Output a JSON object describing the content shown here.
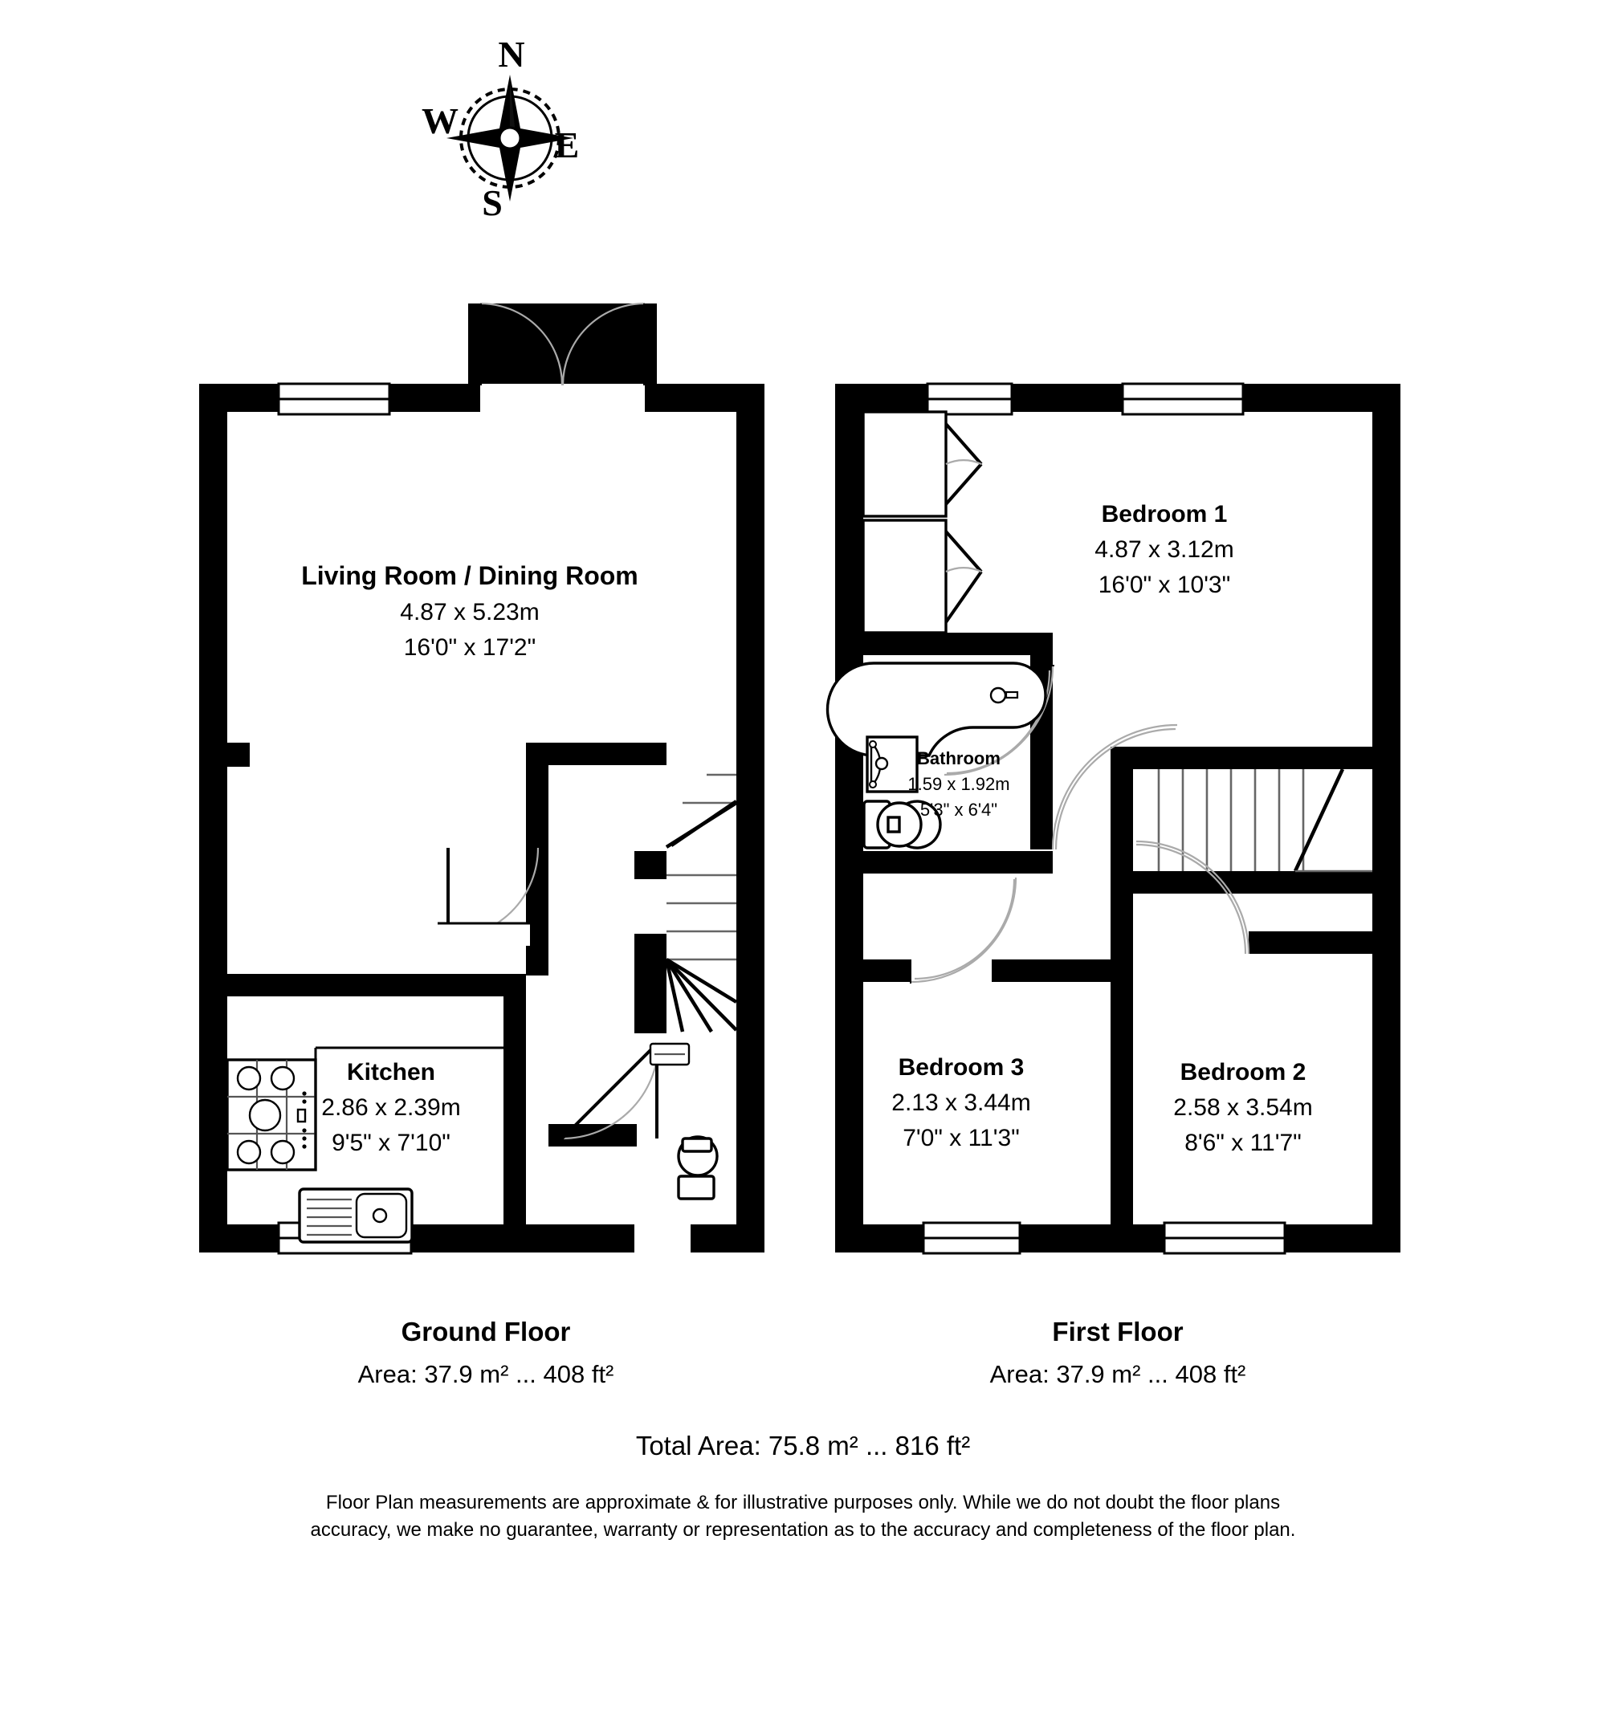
{
  "compass": {
    "name": "compass-rose",
    "north": "N",
    "east": "E",
    "south": "S",
    "west": "W"
  },
  "floors": [
    {
      "id": "ground-floor",
      "title": "Ground Floor",
      "area_label": "Area: 37.9 m² ... 408 ft²",
      "rooms": [
        {
          "id": "living-dining",
          "name": "Living Room / Dining Room",
          "dim_metric": "4.87 x 5.23m",
          "dim_imperial": "16'0\" x 17'2\""
        },
        {
          "id": "kitchen",
          "name": "Kitchen",
          "dim_metric": "2.86 x 2.39m",
          "dim_imperial": "9'5\" x 7'10\""
        }
      ],
      "fixtures": [
        "gas-hob-icon",
        "kitchen-sink-icon",
        "staircase-up-icon",
        "radiator-icon",
        "toilet-icon",
        "french-doors-icon",
        "window-icon"
      ]
    },
    {
      "id": "first-floor",
      "title": "First Floor",
      "area_label": "Area: 37.9 m² ... 408 ft²",
      "rooms": [
        {
          "id": "bedroom-1",
          "name": "Bedroom 1",
          "dim_metric": "4.87 x 3.12m",
          "dim_imperial": "16'0\" x 10'3\""
        },
        {
          "id": "bathroom",
          "name": "Bathroom",
          "dim_metric": "1.59 x 1.92m",
          "dim_imperial": "5'3\" x 6'4\""
        },
        {
          "id": "bedroom-3",
          "name": "Bedroom 3",
          "dim_metric": "2.13 x 3.44m",
          "dim_imperial": "7'0\" x 11'3\""
        },
        {
          "id": "bedroom-2",
          "name": "Bedroom 2",
          "dim_metric": "2.58 x 3.54m",
          "dim_imperial": "8'6\" x 11'7\""
        }
      ],
      "fixtures": [
        "bathtub-icon",
        "wash-basin-icon",
        "toilet-icon",
        "wardrobe-icon",
        "staircase-down-icon",
        "window-icon"
      ]
    }
  ],
  "totals": {
    "total_area_label": "Total Area: 75.8 m² ... 816 ft²"
  },
  "disclaimer": {
    "line1": "Floor Plan measurements are approximate & for illustrative purposes only. While we do not doubt the floor plans",
    "line2": "accuracy, we make no guarantee, warranty or representation as to the accuracy and completeness of the floor plan."
  },
  "colors": {
    "wall": "#000000",
    "background": "#ffffff",
    "door_arc": "#aaaaaa",
    "text": "#000000"
  }
}
